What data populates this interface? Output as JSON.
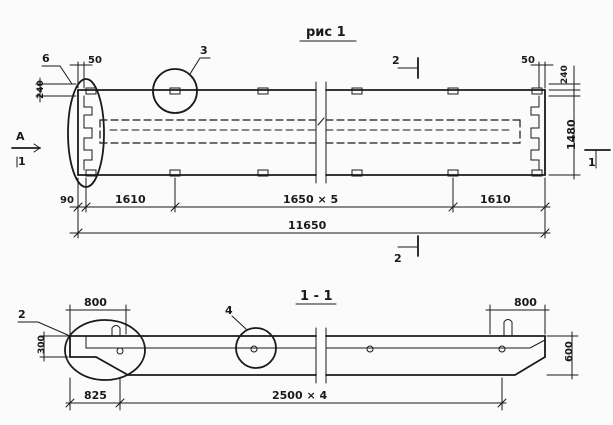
{
  "figure_title": "рис 1",
  "plan": {
    "dim_left_gap": "50",
    "dim_right_gap": "50",
    "dim_left_240": "240",
    "dim_right_240": "240",
    "dim_height": "1480",
    "dim_edge": "90",
    "dim_seg1": "1610",
    "dim_mid": "1650 × 5",
    "dim_seg3": "1610",
    "dim_total": "11650",
    "callout_3": "3",
    "callout_6": "6",
    "section_top": "2",
    "section_bottom": "2",
    "view_a": "А",
    "section_left": "1",
    "section_right": "1"
  },
  "section": {
    "title": "1 - 1",
    "dim_800_left": "800",
    "dim_800_right": "800",
    "dim_300": "300",
    "dim_600": "600",
    "dim_825": "825",
    "dim_spacing": "2500 × 4",
    "callout_2": "2",
    "callout_4": "4"
  }
}
